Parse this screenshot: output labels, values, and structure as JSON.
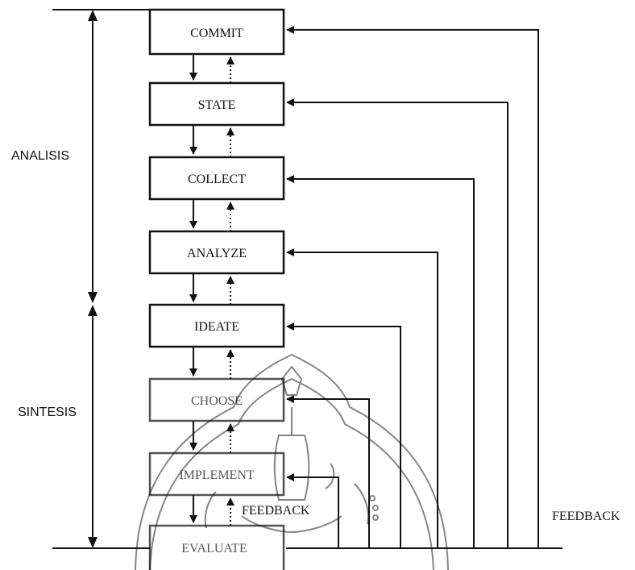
{
  "diagram": {
    "stages": [
      {
        "id": "commit",
        "label": "COMMIT"
      },
      {
        "id": "state",
        "label": "STATE"
      },
      {
        "id": "collect",
        "label": "COLLECT"
      },
      {
        "id": "analyze",
        "label": "ANALYZE"
      },
      {
        "id": "ideate",
        "label": "IDEATE"
      },
      {
        "id": "choose",
        "label": "CHOOSE"
      },
      {
        "id": "implement",
        "label": "IMPLEMENT"
      },
      {
        "id": "evaluate",
        "label": "EVALUATE"
      }
    ],
    "phases": {
      "analysis": "ANALISIS",
      "synthesis": "SINTESIS"
    },
    "feedback_inner": "FEEDBACK",
    "feedback_outer": "FEEDBACK",
    "colors": {
      "line": "#111111",
      "background": "#ffffff",
      "watermark": "#222222"
    },
    "watermark_icon": "university-seal-watermark"
  }
}
